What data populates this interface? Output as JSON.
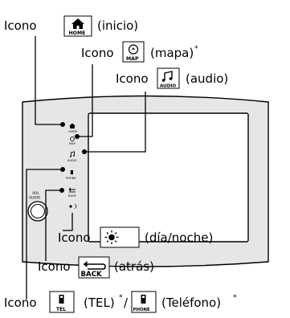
{
  "callouts": {
    "home": {
      "word": "Icono",
      "desc": "(inicio)"
    },
    "map": {
      "word": "Icono",
      "desc": "(mapa)",
      "note": "*"
    },
    "audio": {
      "word": "Icono",
      "desc": "(audio)"
    },
    "daynight": {
      "word": "Icono",
      "desc": "(día/noche)"
    },
    "back": {
      "word": "Icono",
      "desc": "(atrás)"
    },
    "phone": {
      "word": "Icono",
      "desc1": "(TEL)",
      "note1": "*",
      "slash": "/",
      "desc2": "(Teléfono)",
      "note2": "*"
    }
  },
  "icon_labels": {
    "home": "HOME",
    "map": "MAP",
    "audio": "AUDIO",
    "back": "BACK",
    "tel": "TEL",
    "phone": "PHONE"
  },
  "panel": {
    "vol_label": "VOL",
    "audio_label": "AUDIO"
  },
  "icons": {
    "home": "home-icon",
    "map": "map-icon",
    "audio": "music-note-icon",
    "daynight": "sun-moon-icon",
    "back": "back-arrow-icon",
    "tel": "mobile-phone-icon",
    "phone": "mobile-phone-icon"
  },
  "colors": {
    "panel_fill": "#e6e6e6",
    "panel_stroke": "#000000",
    "screen_fill": "#ffffff",
    "icon_box": "#ffffff"
  }
}
